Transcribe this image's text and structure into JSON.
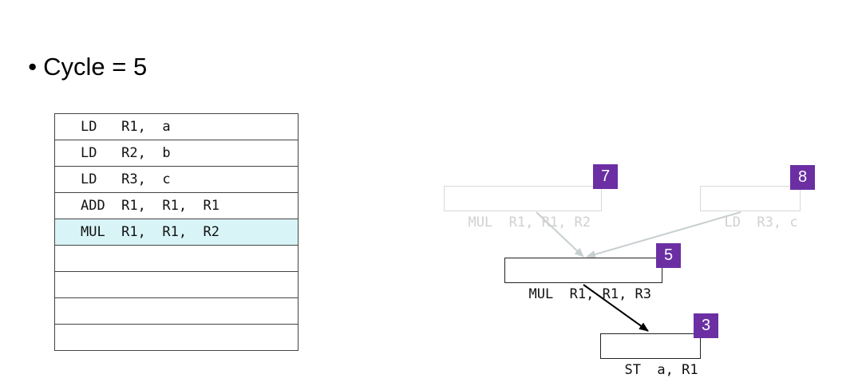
{
  "title": {
    "bullet": "•",
    "text": "Cycle = 5"
  },
  "schedule": {
    "rows": [
      {
        "text": "LD   R1,  a"
      },
      {
        "text": "LD   R2,  b"
      },
      {
        "text": "LD   R3,  c"
      },
      {
        "text": "ADD  R1,  R1,  R1"
      },
      {
        "text": "MUL  R1,  R1,  R2"
      },
      {
        "text": ""
      },
      {
        "text": ""
      },
      {
        "text": ""
      },
      {
        "text": ""
      }
    ],
    "current_row_color": "#d9f4f7"
  },
  "dag": {
    "nodes": {
      "mul_r1_r1_r2": {
        "label": "MUL  R1, R1, R2",
        "priority": "7",
        "state": "scheduled"
      },
      "ld_r3_c": {
        "label": "LD  R3, c",
        "priority": "8",
        "state": "scheduled"
      },
      "mul_r1_r1_r3": {
        "label": "MUL  R1, R1, R3",
        "priority": "5",
        "state": "ready"
      },
      "st_a_r1": {
        "label": "ST  a, R1",
        "priority": "3",
        "state": "ready"
      }
    },
    "badge_color": "#6b2fa3",
    "faded_color": "#cfcfcf"
  }
}
